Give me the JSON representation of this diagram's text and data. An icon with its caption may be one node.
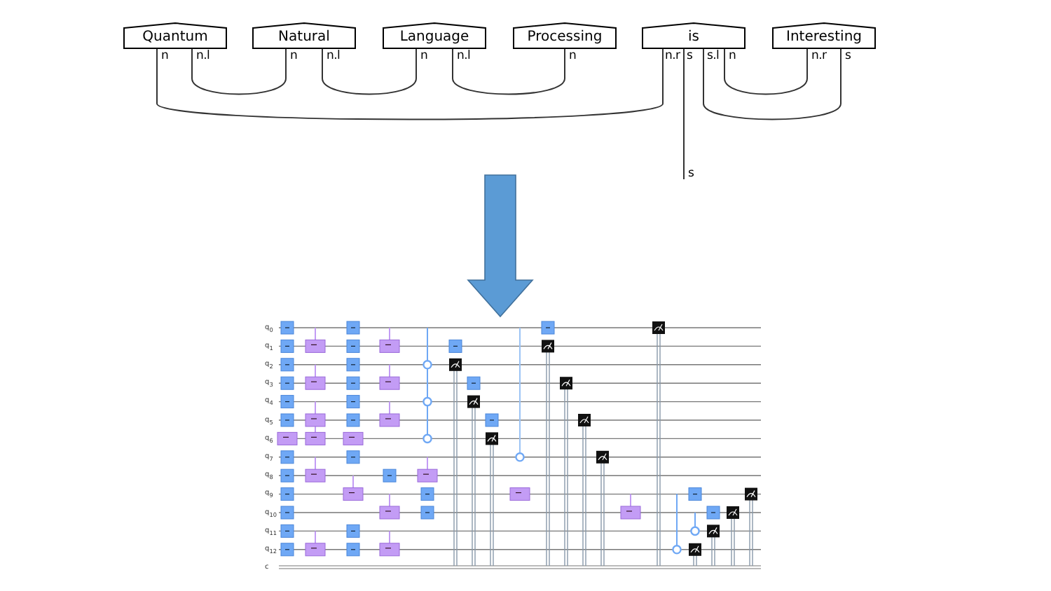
{
  "diagram": {
    "nodes": [
      {
        "text": [
          "Quantum"
        ]
      },
      {
        "text": [
          "Natural"
        ]
      },
      {
        "text": [
          "Language"
        ]
      },
      {
        "text": [
          "Processing"
        ]
      },
      {
        "text": [
          "is"
        ]
      },
      {
        "text": [
          "Interesting"
        ]
      },
      {
        "text": [
          "s"
        ]
      },
      {
        "text": [],
        "shape": "circuit",
        "beside": [
          "q$_{0}$",
          "q$_{1}$",
          "q$_{2}$",
          "q$_{3}$",
          "q$_{4}$",
          "q$_{5}$",
          "q$_{6}$",
          "q$_{7}$",
          "q$_{8}$",
          "q$_{9}$",
          "q$_{10}$",
          "q$_{11}$",
          "q$_{12}$",
          "c"
        ]
      }
    ],
    "edges": [
      {
        "from": 0,
        "to": 1,
        "arrow": "none"
      },
      {
        "from": 1,
        "to": 2,
        "arrow": "none"
      },
      {
        "from": 2,
        "to": 3,
        "arrow": "none"
      },
      {
        "from": 0,
        "to": 4,
        "arrow": "none"
      },
      {
        "from": 4,
        "to": 5,
        "arrow": "none"
      },
      {
        "from": 4,
        "to": 5,
        "arrow": "none"
      },
      {
        "from": 4,
        "to": 6,
        "arrow": "none"
      },
      {
        "from": null,
        "to": 7,
        "arrow": "to",
        "style": "thick",
        "color": "#5b9bd5"
      }
    ],
    "labels": [
      "n",
      "n.l",
      "n",
      "n.l",
      "n",
      "n.l",
      "n",
      "n.r",
      "s",
      "s.l",
      "n",
      "n.r",
      "s"
    ]
  }
}
